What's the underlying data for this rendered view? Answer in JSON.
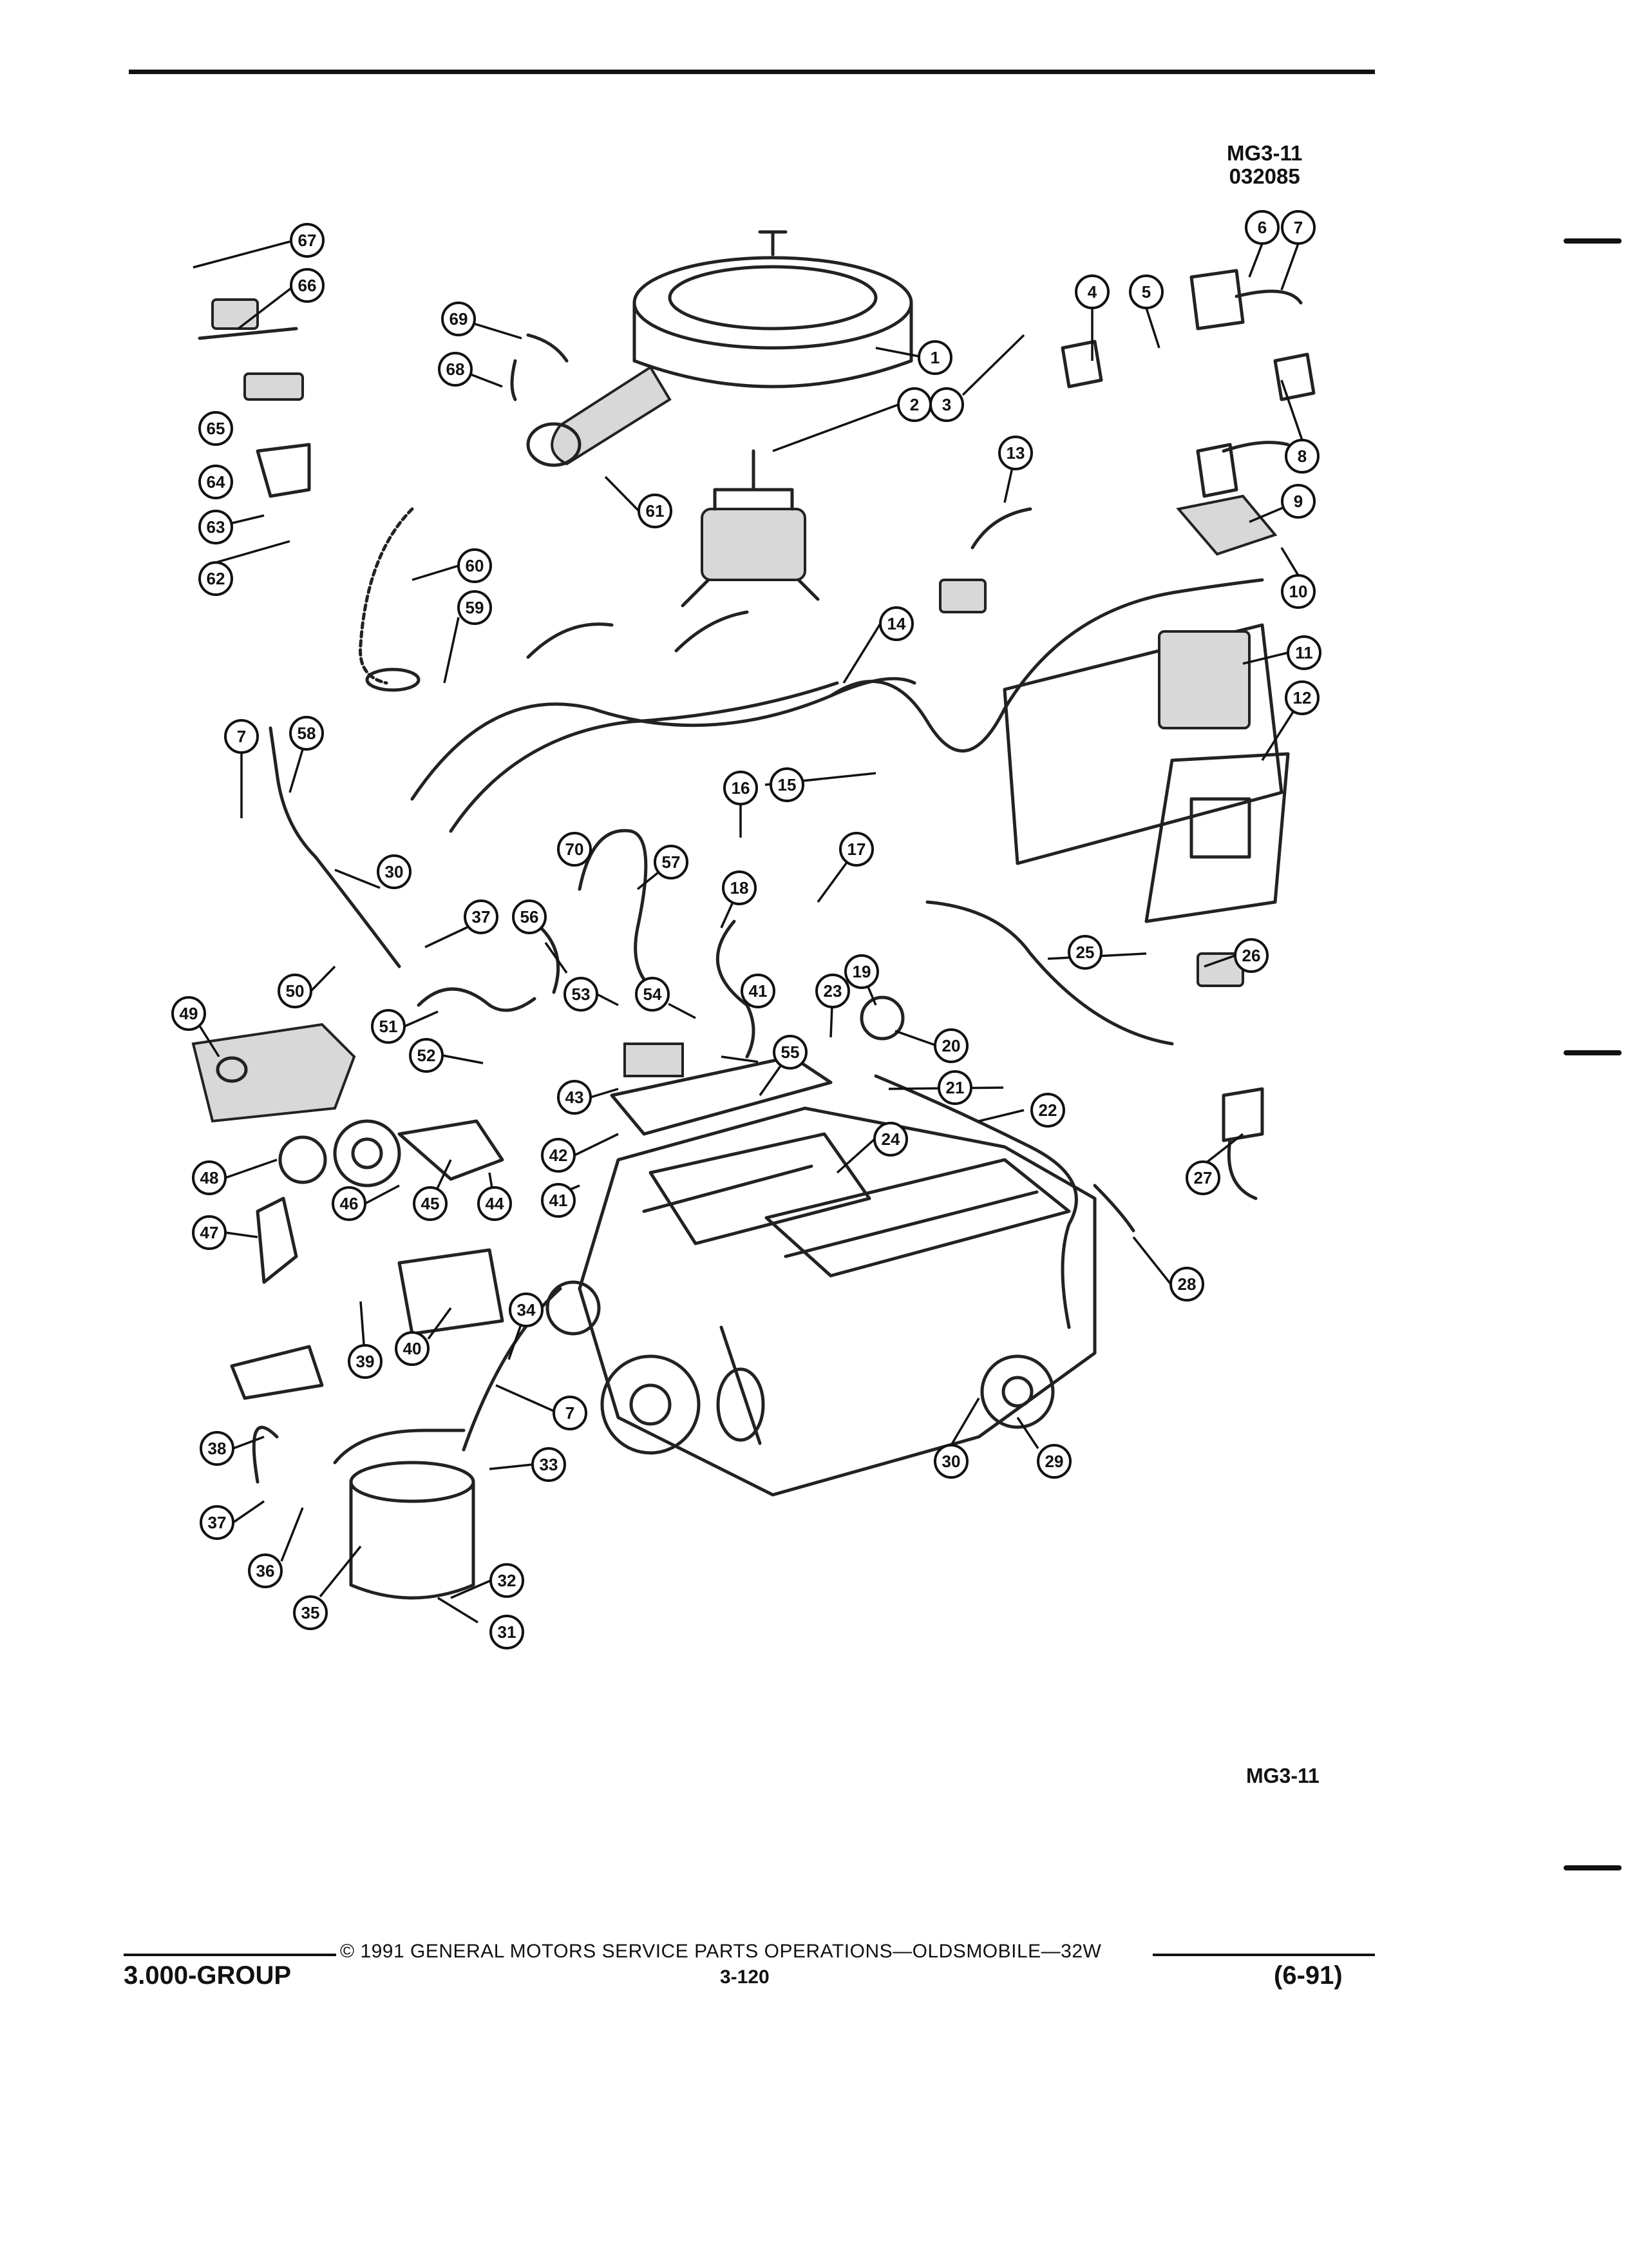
{
  "figure": {
    "code_top": "MG3-11",
    "date_code": "032085",
    "code_bottom": "MG3-11"
  },
  "footer": {
    "copyright": "© 1991 GENERAL MOTORS SERVICE PARTS OPERATIONS—OLDSMOBILE—32W",
    "group": "3.000-GROUP",
    "page_number": "3-120",
    "revision": "(6-91)"
  },
  "callouts": [
    {
      "id": "c1",
      "label": "1"
    },
    {
      "id": "c2",
      "label": "2"
    },
    {
      "id": "c3",
      "label": "3"
    },
    {
      "id": "c4",
      "label": "4"
    },
    {
      "id": "c5",
      "label": "5"
    },
    {
      "id": "c6",
      "label": "6"
    },
    {
      "id": "c7a",
      "label": "7"
    },
    {
      "id": "c8",
      "label": "8"
    },
    {
      "id": "c9",
      "label": "9"
    },
    {
      "id": "c10",
      "label": "10"
    },
    {
      "id": "c11",
      "label": "11"
    },
    {
      "id": "c12",
      "label": "12"
    },
    {
      "id": "c13",
      "label": "13"
    },
    {
      "id": "c14",
      "label": "14"
    },
    {
      "id": "c15",
      "label": "15"
    },
    {
      "id": "c16",
      "label": "16"
    },
    {
      "id": "c17",
      "label": "17"
    },
    {
      "id": "c18",
      "label": "18"
    },
    {
      "id": "c19",
      "label": "19"
    },
    {
      "id": "c20",
      "label": "20"
    },
    {
      "id": "c21",
      "label": "21"
    },
    {
      "id": "c22",
      "label": "22"
    },
    {
      "id": "c23",
      "label": "23"
    },
    {
      "id": "c24",
      "label": "24"
    },
    {
      "id": "c25",
      "label": "25"
    },
    {
      "id": "c26",
      "label": "26"
    },
    {
      "id": "c27",
      "label": "27"
    },
    {
      "id": "c28",
      "label": "28"
    },
    {
      "id": "c29",
      "label": "29"
    },
    {
      "id": "c30a",
      "label": "30"
    },
    {
      "id": "c30b",
      "label": "30"
    },
    {
      "id": "c31",
      "label": "31"
    },
    {
      "id": "c32",
      "label": "32"
    },
    {
      "id": "c33",
      "label": "33"
    },
    {
      "id": "c34",
      "label": "34"
    },
    {
      "id": "c35",
      "label": "35"
    },
    {
      "id": "c36",
      "label": "36"
    },
    {
      "id": "c37a",
      "label": "37"
    },
    {
      "id": "c37b",
      "label": "37"
    },
    {
      "id": "c38",
      "label": "38"
    },
    {
      "id": "c39",
      "label": "39"
    },
    {
      "id": "c40",
      "label": "40"
    },
    {
      "id": "c41a",
      "label": "41"
    },
    {
      "id": "c41b",
      "label": "41"
    },
    {
      "id": "c42",
      "label": "42"
    },
    {
      "id": "c43",
      "label": "43"
    },
    {
      "id": "c44",
      "label": "44"
    },
    {
      "id": "c45",
      "label": "45"
    },
    {
      "id": "c46",
      "label": "46"
    },
    {
      "id": "c47",
      "label": "47"
    },
    {
      "id": "c48",
      "label": "48"
    },
    {
      "id": "c49",
      "label": "49"
    },
    {
      "id": "c50",
      "label": "50"
    },
    {
      "id": "c51",
      "label": "51"
    },
    {
      "id": "c52",
      "label": "52"
    },
    {
      "id": "c53",
      "label": "53"
    },
    {
      "id": "c54",
      "label": "54"
    },
    {
      "id": "c55",
      "label": "55"
    },
    {
      "id": "c56",
      "label": "56"
    },
    {
      "id": "c57",
      "label": "57"
    },
    {
      "id": "c58",
      "label": "58"
    },
    {
      "id": "c59",
      "label": "59"
    },
    {
      "id": "c60",
      "label": "60"
    },
    {
      "id": "c61",
      "label": "61"
    },
    {
      "id": "c62",
      "label": "62"
    },
    {
      "id": "c63",
      "label": "63"
    },
    {
      "id": "c64",
      "label": "64"
    },
    {
      "id": "c65",
      "label": "65"
    },
    {
      "id": "c66",
      "label": "66"
    },
    {
      "id": "c67",
      "label": "67"
    },
    {
      "id": "c68",
      "label": "68"
    },
    {
      "id": "c69",
      "label": "69"
    },
    {
      "id": "c70",
      "label": "70"
    },
    {
      "id": "c7b",
      "label": "7"
    },
    {
      "id": "c7c",
      "label": "7"
    }
  ]
}
